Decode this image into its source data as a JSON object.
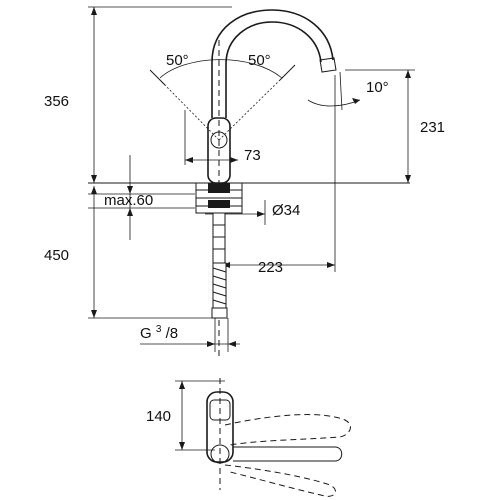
{
  "dimensions": {
    "total_height": "356",
    "angle_left": "50°",
    "angle_right": "50°",
    "spout_angle": "10°",
    "spout_height": "231",
    "lever_offset": "73",
    "max_thickness": "max.60",
    "hole_diameter": "Ø34",
    "hose_length": "450",
    "spout_reach": "223",
    "thread_prefix": "G",
    "thread_num": "3",
    "thread_den": "/8",
    "plan_depth": "140"
  }
}
